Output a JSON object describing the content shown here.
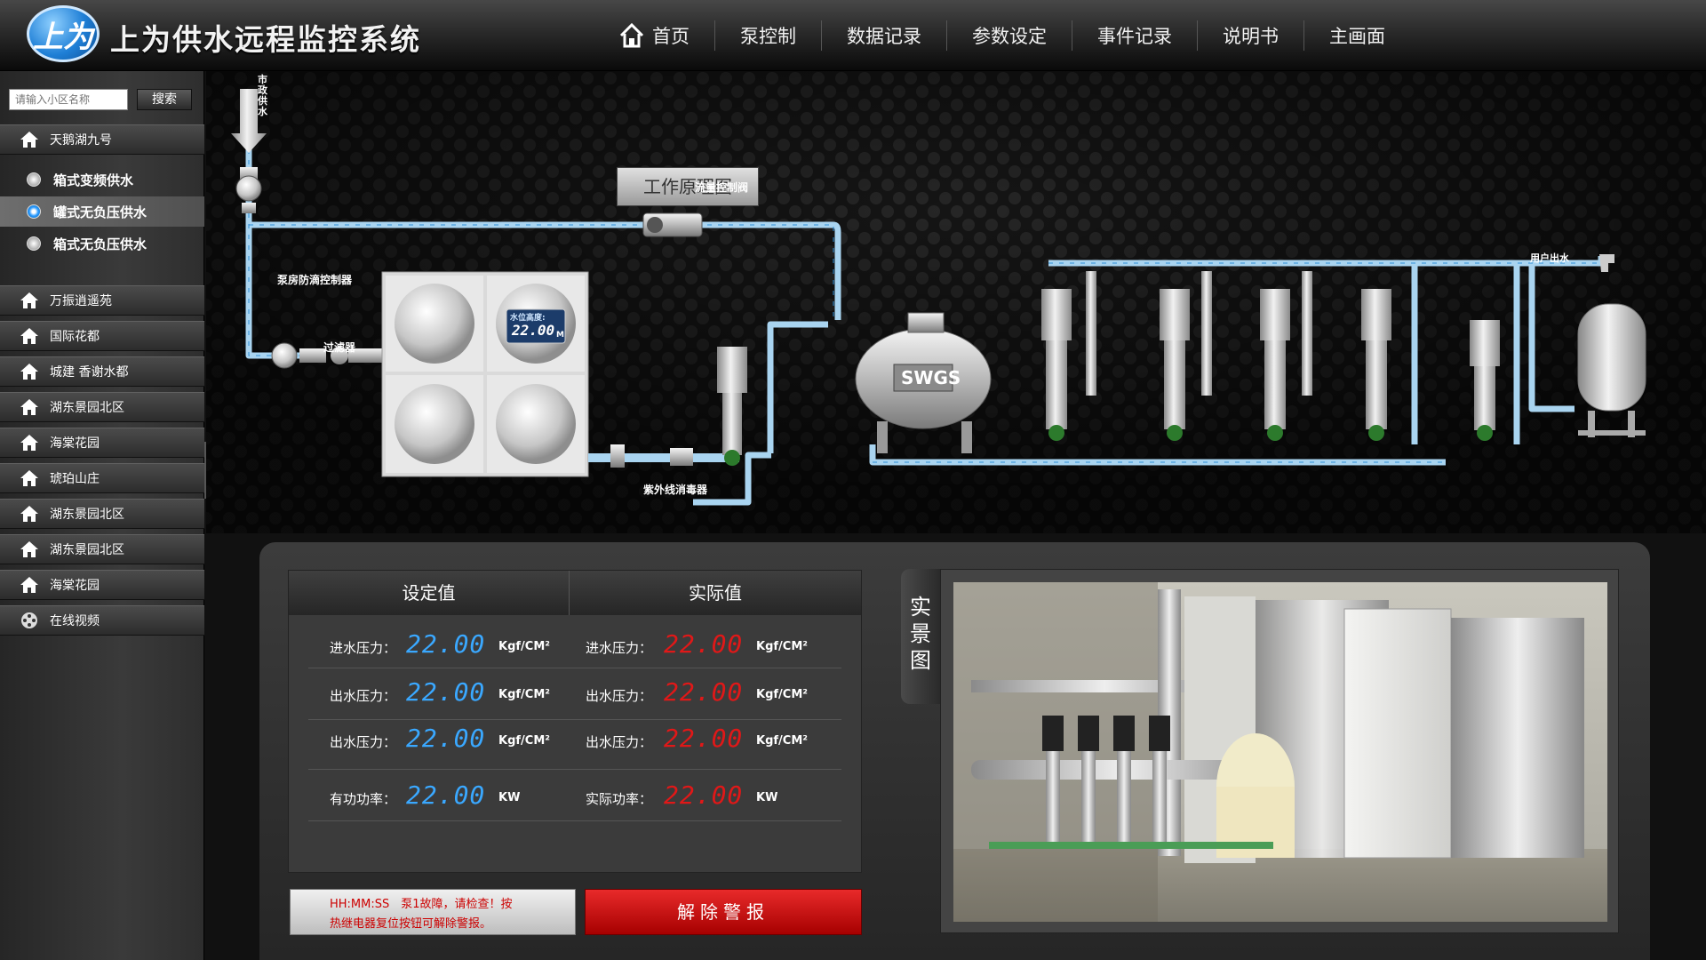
{
  "header": {
    "logo_text": "上为",
    "title": "上为供水远程监控系统",
    "nav": [
      "首页",
      "泵控制",
      "数据记录",
      "参数设定",
      "事件记录",
      "说明书",
      "主画面"
    ]
  },
  "sidebar": {
    "search_placeholder": "请输入小区名称",
    "search_label": "搜索",
    "top_item": "天鹅湖九号",
    "sub_items": [
      "箱式变频供水",
      "罐式无负压供水",
      "箱式无负压供水"
    ],
    "items": [
      "万振逍遥苑",
      "国际花都",
      "城建 香谢水都",
      "湖东景园北区",
      "海棠花园",
      "琥珀山庄",
      "湖东景园北区",
      "湖东景园北区",
      "海棠花园"
    ],
    "video_item": "在线视频",
    "collapse_arrow": "‹"
  },
  "diagram": {
    "plate": "工作原理图",
    "labels": {
      "municipal": "市政供水",
      "flow_valve": "流量控制阀",
      "controller": "泵房防滴控制器",
      "filter": "过滤器",
      "uv": "紫外线消毒器",
      "user_outlet": "用户出水",
      "tank_brand": "SWGS",
      "level_title": "水位高度:",
      "level_value": "22.00",
      "level_unit": "M"
    }
  },
  "table": {
    "col_set": "设定值",
    "col_actual": "实际值",
    "rows": [
      {
        "label_set": "进水压力：",
        "value_set": "22.00",
        "unit_set": "Kgf/CM²",
        "label_act": "进水压力：",
        "value_act": "22.00",
        "unit_act": "Kgf/CM²"
      },
      {
        "label_set": "出水压力：",
        "value_set": "22.00",
        "unit_set": "Kgf/CM²",
        "label_act": "出水压力：",
        "value_act": "22.00",
        "unit_act": "Kgf/CM²"
      },
      {
        "label_set": "出水压力：",
        "value_set": "22.00",
        "unit_set": "Kgf/CM²",
        "label_act": "出水压力：",
        "value_act": "22.00",
        "unit_act": "Kgf/CM²"
      },
      {
        "label_set": "有功功率：",
        "value_set": "22.00",
        "unit_set": "KW",
        "label_act": "实际功率：",
        "value_act": "22.00",
        "unit_act": "KW"
      }
    ]
  },
  "alarm": {
    "line1": "HH:MM:SS　泵1故障，请检查！按",
    "line2": "热继电器复位按钮可解除警报。",
    "button": "解除警报"
  },
  "photo": {
    "tab": "实景图"
  },
  "colors": {
    "set_value": "#3aa8ff",
    "actual_value": "#e01818",
    "pipe": "#a9d4f0",
    "alarm_red": "#c00000"
  }
}
